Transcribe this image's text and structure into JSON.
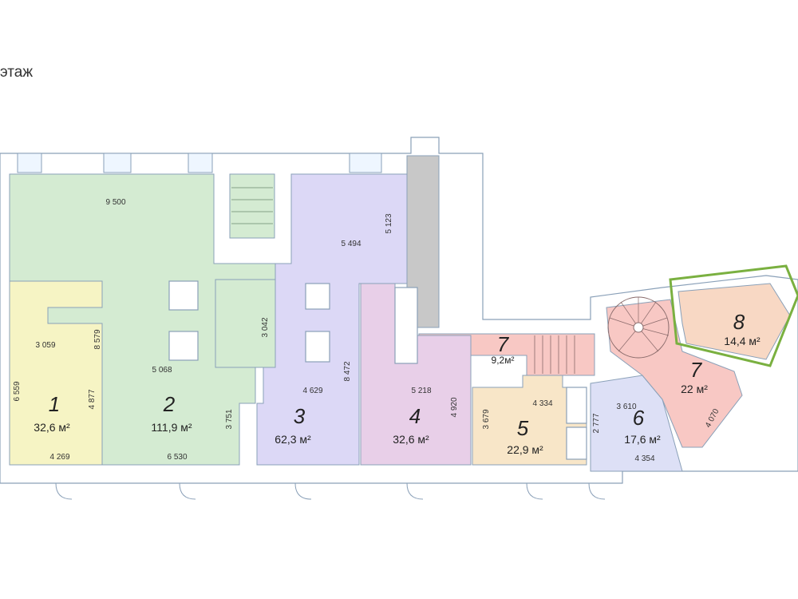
{
  "title": "этаж",
  "rooms": [
    {
      "num": "1",
      "area": "32,6 м²",
      "color": "#f6f4c4"
    },
    {
      "num": "2",
      "area": "111,9 м²",
      "color": "#d4ebd2"
    },
    {
      "num": "3",
      "area": "62,3 м²",
      "color": "#dcd8f6"
    },
    {
      "num": "4",
      "area": "32,6 м²",
      "color": "#e8cfe8"
    },
    {
      "num": "5",
      "area": "22,9 м²",
      "color": "#f8e6c8"
    },
    {
      "num": "6",
      "area": "17,6 м²",
      "color": "#dde0f6"
    },
    {
      "num": "7",
      "area": "22 м²",
      "color": "#f8c8c4"
    },
    {
      "num": "7",
      "area": "9,2м²",
      "color": "#f8c8c4"
    },
    {
      "num": "8",
      "area": "14,4 м²",
      "color": "#f8d8c4"
    }
  ],
  "highlight_color": "#7ab040",
  "dimensions": {
    "d1": "9 500",
    "d2": "5 494",
    "d3": "5 123",
    "d4": "3 059",
    "d5": "8 579",
    "d6": "5 068",
    "d7": "3 042",
    "d8": "8 472",
    "d9": "4 629",
    "d10": "6 559",
    "d11": "4 877",
    "d12": "3 751",
    "d13": "4 269",
    "d14": "6 530",
    "d15": "5 218",
    "d16": "4 920",
    "d17": "4 334",
    "d18": "3 679",
    "d19": "3 610",
    "d20": "2 777",
    "d21": "4 354",
    "d22": "4 070"
  }
}
